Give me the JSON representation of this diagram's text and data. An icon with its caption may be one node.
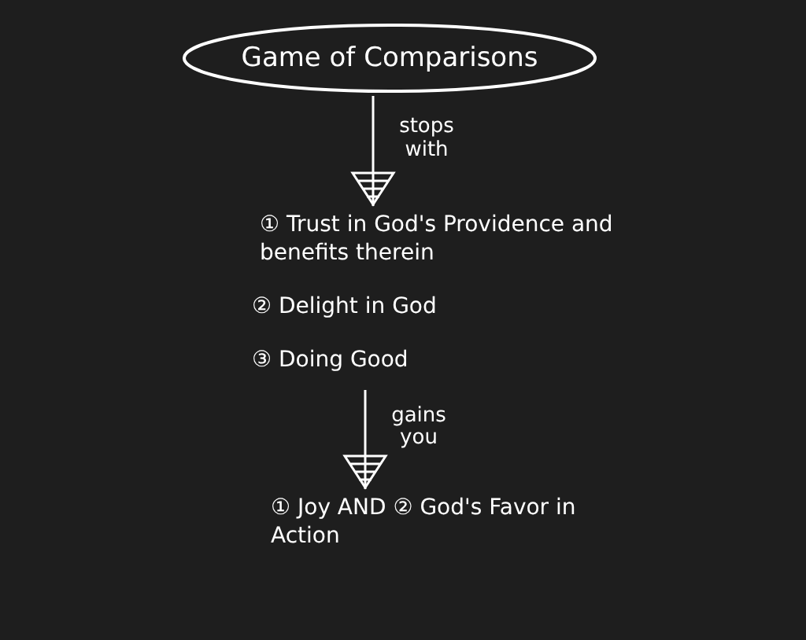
{
  "diagram": {
    "nodes": [
      {
        "text": [
          "Game of Comparisons"
        ]
      },
      {
        "text": [
          "① Trust in God's Providence and benefits therein"
        ]
      },
      {
        "text": [
          "② Delight in God"
        ]
      },
      {
        "text": [
          "③ Doing Good"
        ]
      },
      {
        "text": [
          "① Joy AND ② God's Favor in Action"
        ]
      }
    ],
    "edges": [
      {
        "from": 0,
        "to": 1,
        "arrow": "to",
        "label": "stops with"
      },
      {
        "from": 3,
        "to": 4,
        "arrow": "to",
        "label": "gains you"
      }
    ]
  }
}
